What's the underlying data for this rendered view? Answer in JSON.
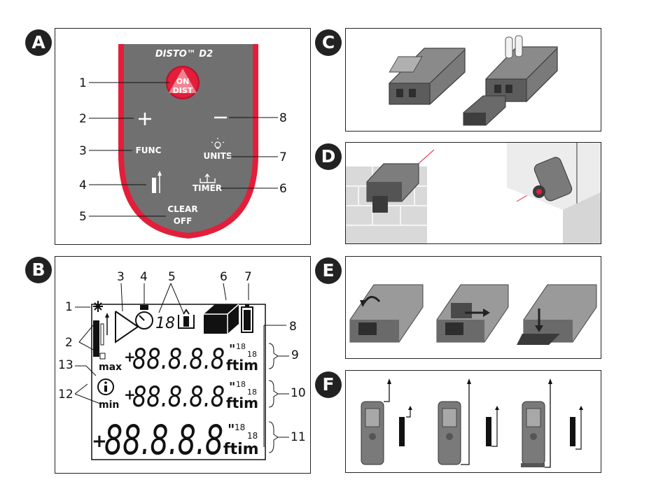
{
  "badges": {
    "a": "A",
    "b": "B",
    "c": "C",
    "d": "D",
    "e": "E",
    "f": "F"
  },
  "panel_a": {
    "brand": "DISTO™ D2",
    "on_label": "ON",
    "dist_label": "DIST",
    "func_label": "FUNC",
    "units_label": "UNITS",
    "timer_label": "TIMER",
    "clear_label": "CLEAR",
    "off_label": "OFF",
    "callouts": [
      "1",
      "2",
      "3",
      "4",
      "5",
      "6",
      "7",
      "8"
    ]
  },
  "panel_b": {
    "callouts": [
      "1",
      "2",
      "3",
      "4",
      "5",
      "6",
      "7",
      "8",
      "9",
      "10",
      "11",
      "12",
      "13"
    ],
    "max_label": "max",
    "min_label": "min",
    "digits": "88.8.8.8",
    "digits_large": "88.8.8.8",
    "unit_label": "ftim",
    "plus": "+",
    "inch_mark": "\"",
    "frac_num": "18",
    "frac_den": "18",
    "timer_digits": "18"
  },
  "colors": {
    "red": "#e31e3a",
    "device_gray": "#6f6f6f",
    "panel_border": "#222222"
  }
}
